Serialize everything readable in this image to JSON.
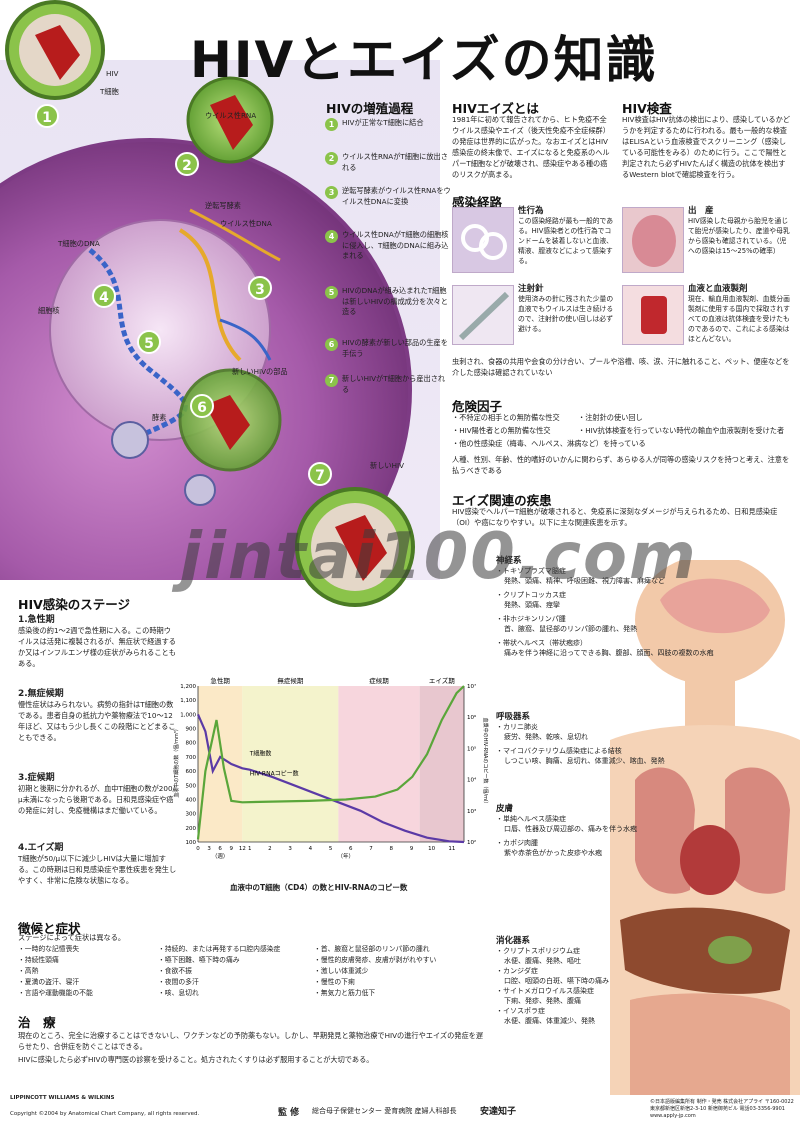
{
  "title": "HIVとエイズの知識",
  "illustration": {
    "label_hiv": "HIV",
    "label_tcell": "T細胞",
    "label_viral_rna": "ウイルス性RNA",
    "label_reverse_transcriptase": "逆転写酵素",
    "label_viral_dna": "ウイルス性DNA",
    "label_tcell_dna": "T細胞のDNA",
    "label_nucleus": "細胞核",
    "label_new_hiv_parts": "新しいHIVの部品",
    "label_enzyme": "酵素",
    "label_new_hiv": "新しいHIV",
    "step_numbers": [
      "1",
      "2",
      "3",
      "4",
      "5",
      "6",
      "7"
    ]
  },
  "replication": {
    "heading": "HIVの増殖過程",
    "steps": [
      {
        "n": "1",
        "text": "HIVが正常なT細胞に結合"
      },
      {
        "n": "2",
        "text": "ウイルス性RNAがT細胞に放出される"
      },
      {
        "n": "3",
        "text": "逆転写酵素がウイルス性RNAをウイルス性DNAに変換"
      },
      {
        "n": "4",
        "text": "ウイルス性DNAがT細胞の細胞核に侵入し、T細胞のDNAに組み込まれる"
      },
      {
        "n": "5",
        "text": "HIVのDNAが組み込まれたT細胞は新しいHIVの構成成分を次々と造る"
      },
      {
        "n": "6",
        "text": "HIVの酵素が新しい部品の生産を手伝う"
      },
      {
        "n": "7",
        "text": "新しいHIVがT細胞から産出される"
      }
    ]
  },
  "what_is": {
    "heading": "HIVエイズとは",
    "body": "1981年に初めて報告されてから、ヒト免疫不全ウイルス感染やエイズ（後天性免疫不全症候群）の発症は世界的に広がった。なおエイズとはHIV感染症の終末像で、エイズになると免疫系のヘルパーT細胞などが破壊され、感染症やある種の癌のリスクが高まる。"
  },
  "test": {
    "heading": "HIV検査",
    "body": "HIV検査はHIV抗体の検出により、感染しているかどうかを判定するために行われる。最も一般的な検査はELISAという血液検査でスクリーニング（感染している可能性をみる）のために行う。ここで陽性と判定されたら必ずHIVたんぱく構造の抗体を検出するWestern blotで確認検査を行う。"
  },
  "routes": {
    "heading": "感染経路",
    "sex": {
      "title": "性行為",
      "body": "この感染経路が最も一般的である。HIV感染者との性行為でコンドームを装着しないと血液、精液、膣液などによって感染する。"
    },
    "birth": {
      "title": "出　産",
      "body": "HIV感染した母親から胎児を通じて胎児が感染したり、産道や母乳から感染も確認されている。（児への感染は15〜25%の確率）"
    },
    "needle": {
      "title": "注射針",
      "body": "使用済みの針に残された少量の血液でもウイルスは生き続けるので、注射針の使い回しは必ず避ける。"
    },
    "blood": {
      "title": "血液と血液製剤",
      "body": "現在、輸血用血液製剤、血漿分画製剤に使用する国内で採取されすべての血液は抗体検査を受けたものであるので、これによる感染はほとんどない。"
    },
    "note": "虫刺され、食器の共用や会食の分け合い、プールや浴槽、咳、涙、汗に触れること、ペット、便座などを介した感染は確認されていない"
  },
  "risk": {
    "heading": "危険因子",
    "items": [
      "・不特定の相手との無防備な性交",
      "・注射針の使い回し",
      "・HIV陽性者との無防備な性交",
      "・HIV抗体検査を行っていない時代の輸血や血液製剤を受けた者",
      "・他の性感染症（梅毒、ヘルペス、淋病など）を持っている"
    ],
    "note": "人種、性別、年齢、性的嗜好のいかんに関わらず、あらゆる人が同等の感染リスクを持つと考え、注意を払うべきである"
  },
  "related": {
    "heading": "エイズ関連の疾患",
    "body": "HIV感染でヘルパーT細胞が破壊されると、免疫系に深刻なダメージが与えられるため、日和見感染症（OI）や癌になりやすい。以下に主な関連疾患を示す。",
    "groups": [
      {
        "cat": "神経系",
        "items": [
          "・トキソプラズマ脳症",
          "発熱、頭痛、精神、呼吸困難、視力障害、麻痺など",
          "・クリプトコッカス症",
          "発熱、頭痛、痙攣",
          "・非ホジキンリンパ腫",
          "首、腋窩、鼠径部のリンパ節の腫れ、発熱",
          "・帯状ヘルペス（帯状疱疹）",
          "痛みを伴う神経に沿ってできる胸、腹部、顔面、四肢の複数の水疱"
        ]
      },
      {
        "cat": "呼吸器系",
        "items": [
          "・カリニ肺炎",
          "疲労、発熱、乾咳、息切れ",
          "・マイコバクテリウム感染症による結核",
          "しつこい咳、胸痛、息切れ、体重減少、喀血、発熱"
        ]
      },
      {
        "cat": "皮膚",
        "items": [
          "・単純ヘルペス感染症",
          "口唇、性器及び周辺部の、痛みを伴う水疱",
          "・カポジ肉腫",
          "紫や赤茶色がかった皮疹や水疱"
        ]
      },
      {
        "cat": "消化器系",
        "items": [
          "・クリプトスポリジウム症",
          "水便、腹痛、発熱、嘔吐",
          "・カンジダ症",
          "口腔、咽頭の白斑、嚥下時の痛み",
          "・サイトメガロウイルス感染症",
          "下痢、発疹、発熱、腹痛",
          "・イソスポラ症",
          "水便、腹痛、体重減少、発熱"
        ]
      }
    ]
  },
  "stages": {
    "heading": "HIV感染のステージ",
    "items": [
      {
        "title": "1.急性期",
        "body": "感染後の約1〜2週で急性期に入る。この時期ウイルスは活発に複製されるが、無症状で経過するか又はインフルエンザ様の症状がみられることもある。"
      },
      {
        "title": "2.無症候期",
        "body": "慢性症状はみられない。病勢の指針はT細胞の数である。患者自身の抵抗力や薬物療法で10〜12年ほど、又はもう少し長くこの段階にとどまることもできる。"
      },
      {
        "title": "3.症候期",
        "body": "初期と後期に分かれるが、血中T細胞の数が200/μ未満になったら後期である。日和見感染症や癌の発症に対し、免疫機構はまだ働いている。"
      },
      {
        "title": "4.エイズ期",
        "body": "T細胞が50/μ以下に減少しHIVは大量に増加する。この時期は日和見感染症や悪性疾患を発生しやすく、非常に危険な状態になる。"
      }
    ]
  },
  "chart_data": {
    "type": "line",
    "title": "",
    "caption": "血液中のT細胞（CD4）の数とHIV-RNAのコピー数",
    "phases": [
      "急性期",
      "無症候期",
      "症候期",
      "エイズ期"
    ],
    "phase_colors": [
      "#fbe9c7",
      "#f4f3cc",
      "#f7d6dd",
      "#e8c7cf"
    ],
    "x_ticks_weeks": [
      "0",
      "3",
      "6",
      "9",
      "12"
    ],
    "x_unit_weeks": "（週）",
    "x_ticks_years": [
      "1",
      "2",
      "3",
      "4",
      "5",
      "6",
      "7",
      "8",
      "9",
      "10",
      "11"
    ],
    "x_unit_years": "（年）",
    "y_left_ticks": [
      "100",
      "200",
      "300",
      "400",
      "500",
      "600",
      "700",
      "800",
      "900",
      "1,000",
      "1,100",
      "1,200"
    ],
    "y_left_label": "血液中のT細胞の数（個/mm³）",
    "y_right_ticks": [
      "10²",
      "10³",
      "10⁴",
      "10⁵",
      "10⁶",
      "10⁷"
    ],
    "y_right_label": "血漿中のHIV-RNAのコピー数（個/ml）",
    "ylim_left": [
      100,
      1200
    ],
    "series": [
      {
        "name": "T細胞数",
        "color": "#5b3aa6",
        "points": [
          [
            0,
            1000
          ],
          [
            2,
            880
          ],
          [
            4,
            600
          ],
          [
            6,
            700
          ],
          [
            9,
            650
          ],
          [
            12,
            620
          ],
          [
            14,
            610
          ],
          [
            20,
            560
          ],
          [
            26,
            500
          ],
          [
            32,
            440
          ],
          [
            38,
            380
          ],
          [
            44,
            320
          ],
          [
            50,
            240
          ],
          [
            56,
            180
          ],
          [
            62,
            130
          ],
          [
            68,
            105
          ],
          [
            72,
            100
          ]
        ]
      },
      {
        "name": "HIV-RNAコピー数",
        "color": "#5aa63a",
        "points": [
          [
            0,
            120
          ],
          [
            2,
            600
          ],
          [
            5,
            960
          ],
          [
            7,
            620
          ],
          [
            9,
            390
          ],
          [
            12,
            380
          ],
          [
            20,
            385
          ],
          [
            30,
            390
          ],
          [
            40,
            400
          ],
          [
            48,
            420
          ],
          [
            54,
            470
          ],
          [
            58,
            560
          ],
          [
            62,
            720
          ],
          [
            66,
            960
          ],
          [
            70,
            1150
          ],
          [
            72,
            1200
          ]
        ]
      }
    ]
  },
  "symptoms": {
    "heading": "徴候と症状",
    "intro": "ステージによって症状は異なる。",
    "col1": [
      "・一時的な記憶喪失",
      "・持続性頭痛",
      "・高熱",
      "・夏満の盗汗、寝汗",
      "・言語や運動機能の不能"
    ],
    "col2": [
      "・持続的、または再発する口腔内感染症",
      "・嚥下困難、嚥下時の痛み",
      "・食欲不振",
      "・夜間の多汗",
      "・咳、息切れ"
    ],
    "col3": [
      "・首、腋窩と鼠径部のリンパ節の腫れ",
      "・慢性的皮膚発疹、皮膚が剥がれやすい",
      "・激しい体重減少",
      "・慢性の下痢",
      "・無気力と筋力低下"
    ]
  },
  "treatment": {
    "heading": "治　療",
    "body": "現在のところ、完全に治療することはできないし、ワクチンなどの予防薬もない。しかし、早期発見と薬物治療でHIVの進行やエイズの発症を遅らせたり、合併症を防ぐことはできる。",
    "body2": "HIVに感染したら必ずHIVの専門医の診察を受けること。処方されたくすりは必ず服用することが大切である。"
  },
  "footer": {
    "publisher_logo": "LIPPINCOTT WILLIAMS & WILKINS",
    "copyright": "Copyright ©2004 by Anatomical Chart Company, all rights reserved.",
    "supervisor_label": "監 修",
    "supervisor": "総合母子保健センター 愛育病院 産婦人科部長",
    "supervisor_name": "安達知子",
    "distributor": "©日本語版編集所有 制作・発売 株式会社アプライ 〒160-0022 東京都新宿区新宿2-3-10 新宿御苑ビル 電話03-3356-9901 www.apply-jp.com"
  },
  "watermark": "jintai100.com"
}
